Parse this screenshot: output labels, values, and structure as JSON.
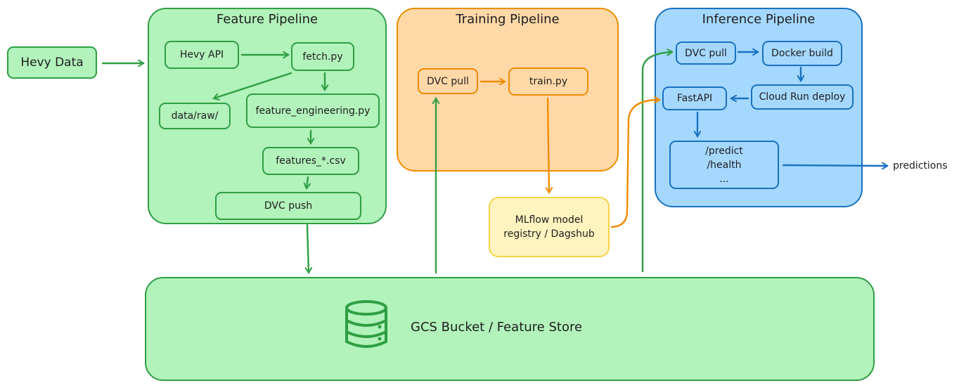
{
  "source": {
    "label": "Hevy Data"
  },
  "feature_pipeline": {
    "title": "Feature Pipeline",
    "nodes": {
      "hevy_api": "Hevy API",
      "fetch": "fetch.py",
      "data_raw": "data/raw/",
      "feature_engineering": "feature_engineering.py",
      "features_csv": "features_*.csv",
      "dvc_push": "DVC push"
    }
  },
  "training_pipeline": {
    "title": "Training Pipeline",
    "nodes": {
      "dvc_pull": "DVC pull",
      "train": "train.py"
    }
  },
  "registry": {
    "label": "MLflow model\nregistry / Dagshub"
  },
  "inference_pipeline": {
    "title": "Inference Pipeline",
    "nodes": {
      "dvc_pull": "DVC pull",
      "docker_build": "Docker build",
      "cloud_run": "Cloud Run deploy",
      "fastapi": "FastAPI",
      "endpoints": "/predict\n/health\n..."
    }
  },
  "output": {
    "label": "predictions"
  },
  "storage": {
    "label": "GCS Bucket / Feature Store",
    "icon": "database-icon"
  },
  "colors": {
    "green_fill": "#b2f2bb",
    "green_stroke": "#2f9e44",
    "orange_fill": "#ffd8a8",
    "orange_stroke": "#f08c00",
    "blue_fill": "#a5d8ff",
    "blue_stroke": "#1971c2",
    "yellow_fill": "#fff3bf",
    "yellow_stroke": "#f5d547"
  }
}
